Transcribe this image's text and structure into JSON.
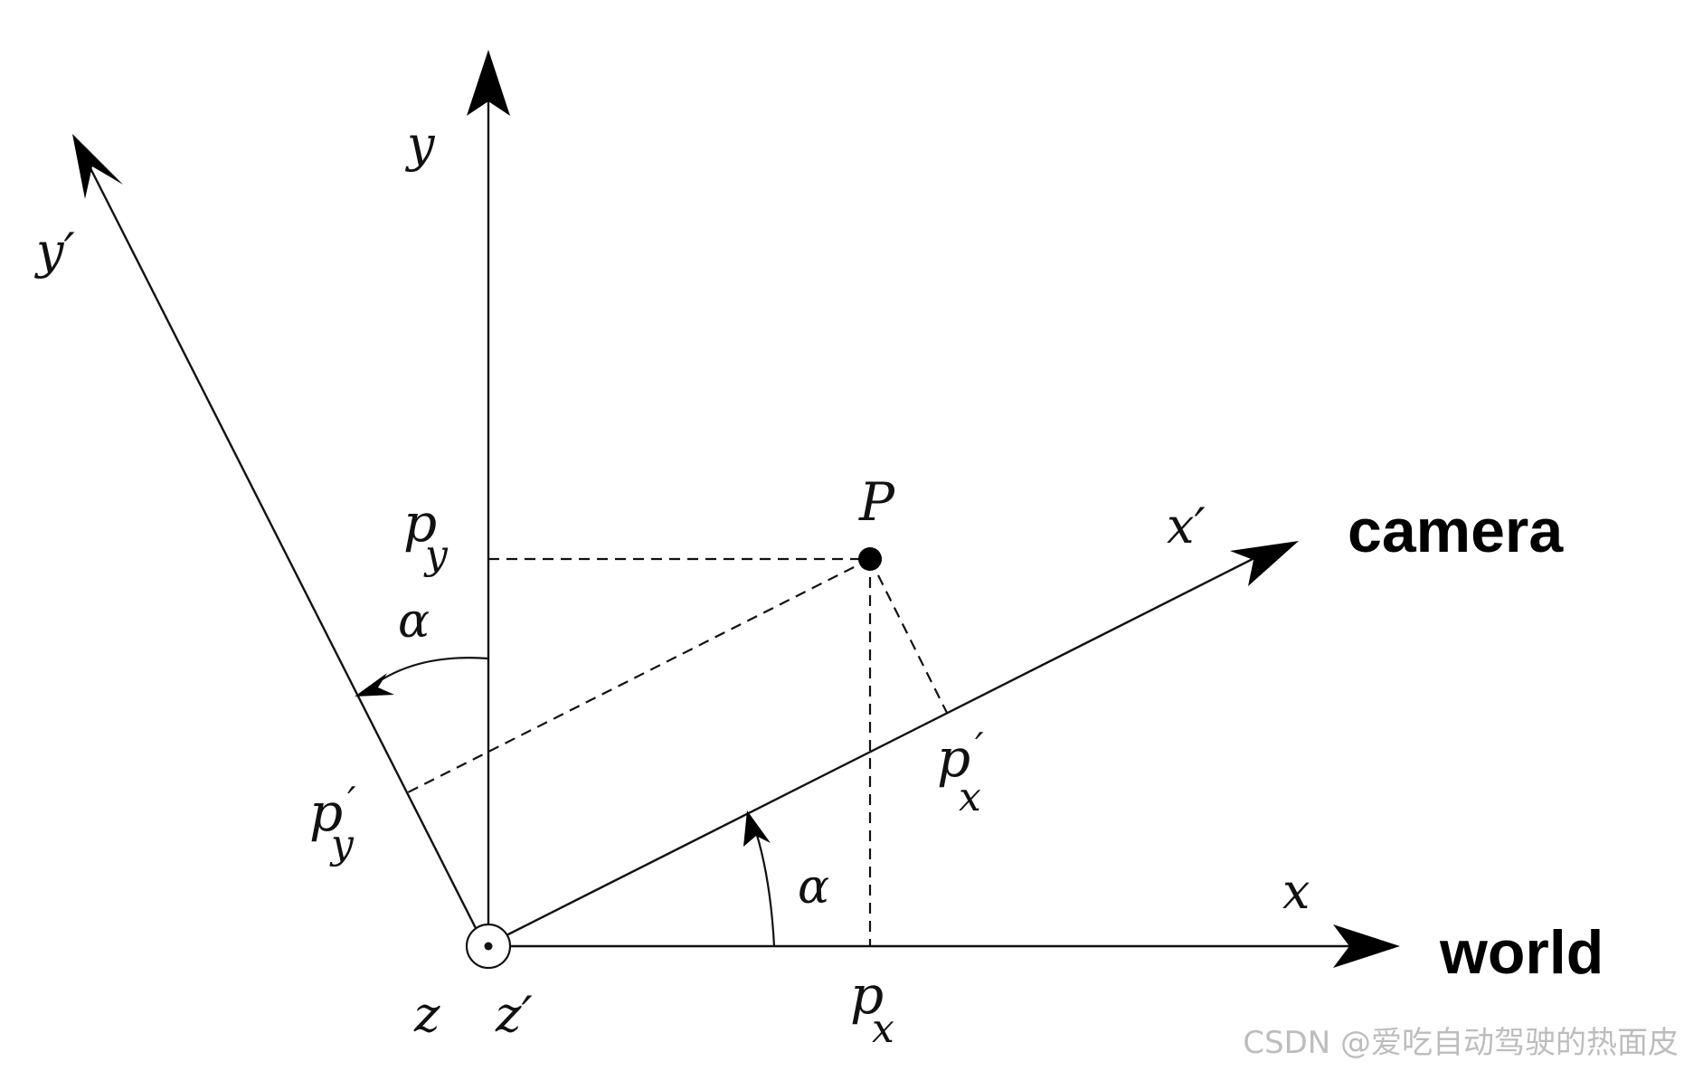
{
  "labels": {
    "y": "y",
    "y_prime": "y′",
    "x": "x",
    "x_prime": "x′",
    "P": "P",
    "p": "p",
    "sub_y": "y",
    "sub_x": "x",
    "prime": "′",
    "alpha": "α",
    "z": "z",
    "z_prime": "z′"
  },
  "frames": {
    "camera": "camera",
    "world": "world"
  },
  "watermark": "CSDN @爱吃自动驾驶的热面皮"
}
